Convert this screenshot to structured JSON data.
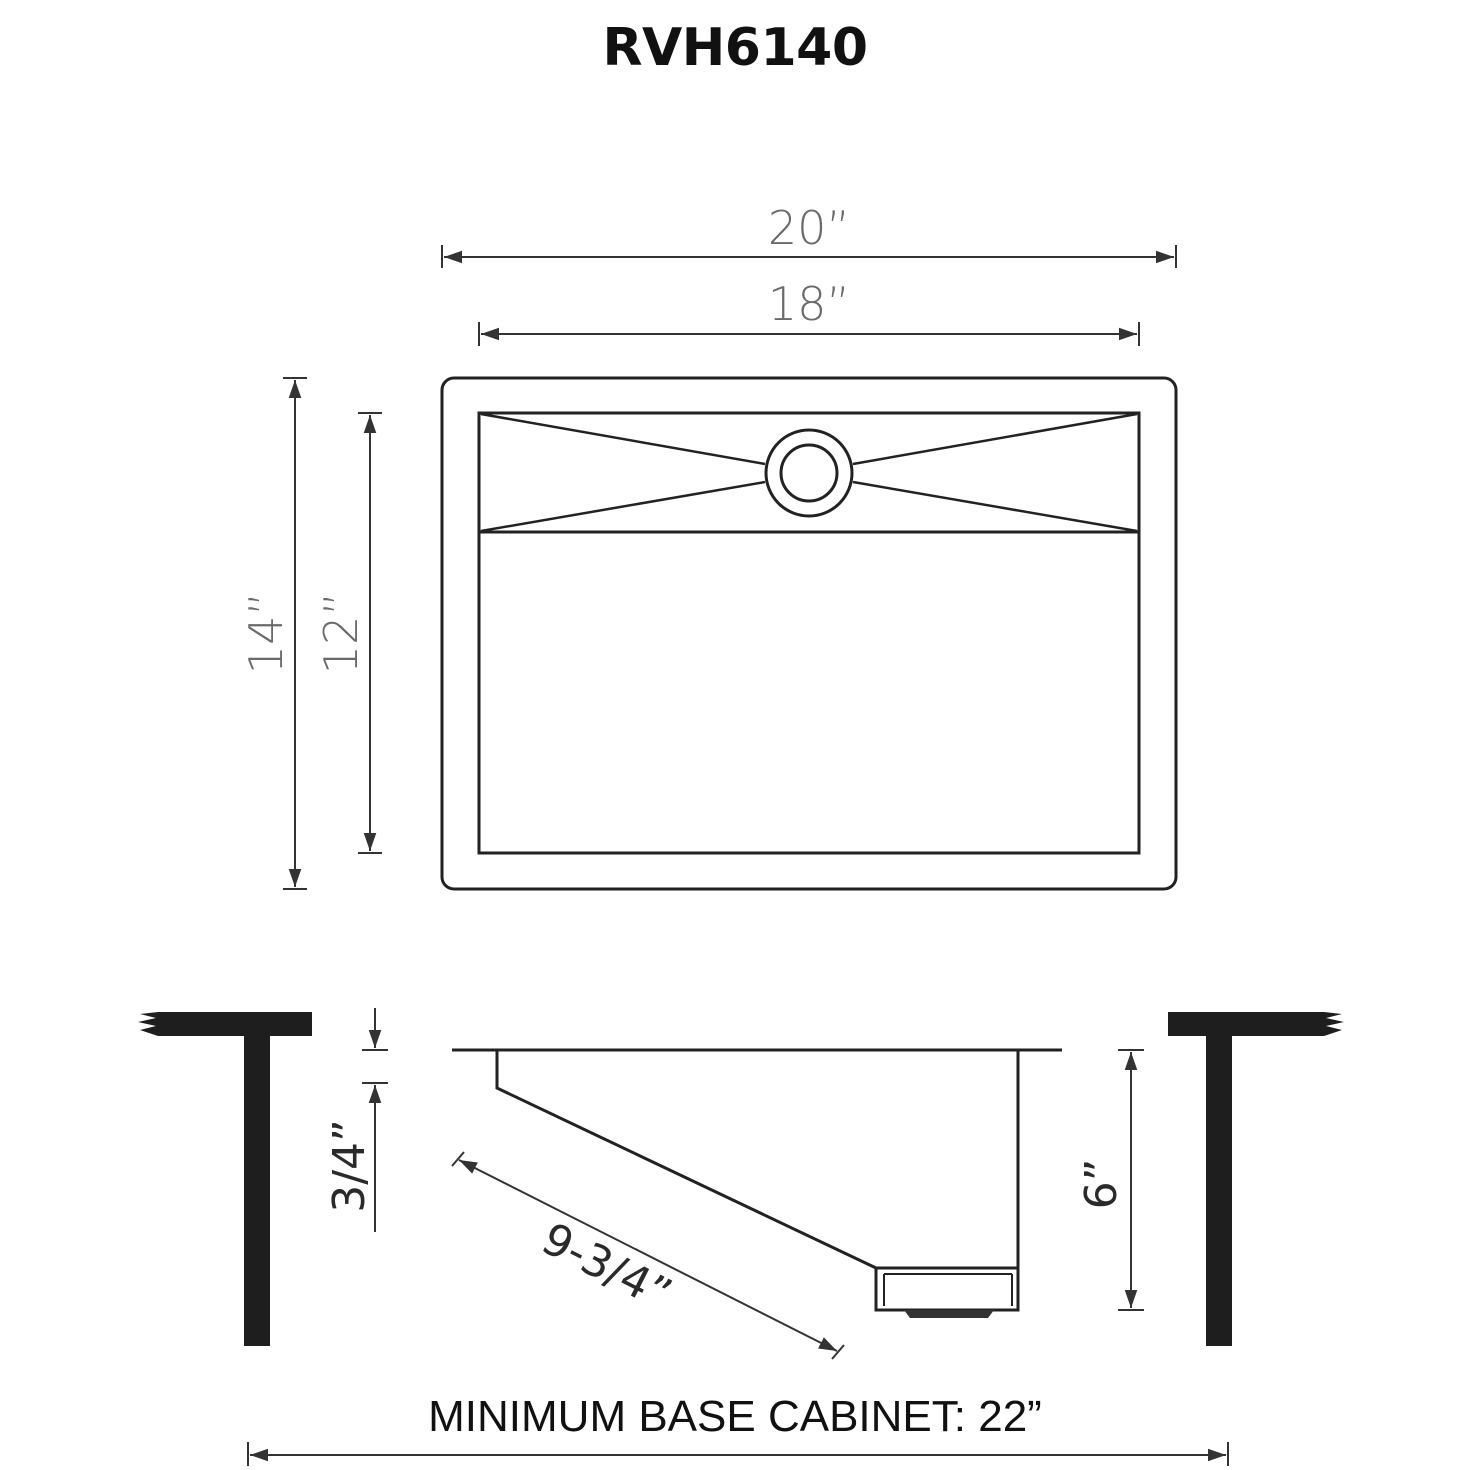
{
  "title": "RVH6140",
  "top_view": {
    "outer_width": "20”",
    "inner_width": "18”",
    "outer_depth": "14”",
    "inner_depth": "12”"
  },
  "side_view": {
    "rim_offset": "3/4”",
    "slope_length": "9-3/4”",
    "bowl_depth": "6”"
  },
  "footer": "MINIMUM BASE CABINET: 22”"
}
